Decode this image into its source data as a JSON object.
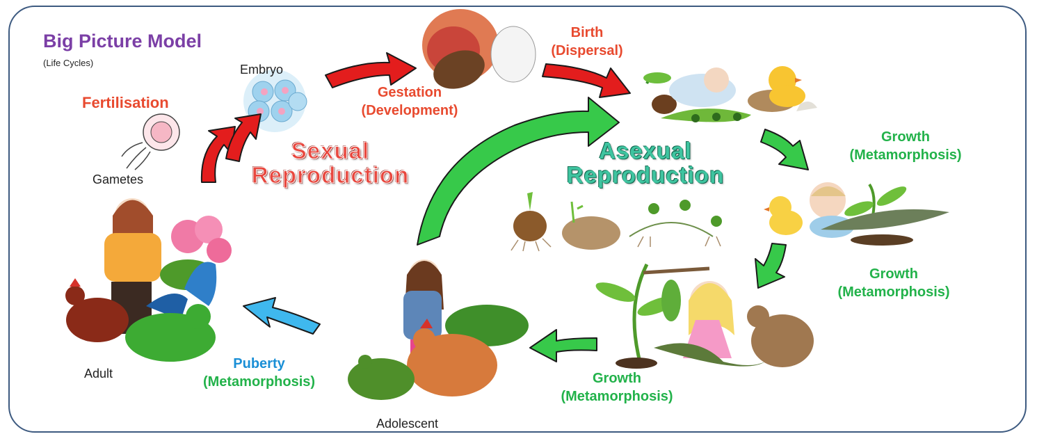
{
  "title": "Big Picture Model",
  "subtitle": "(Life Cycles)",
  "colors": {
    "title": "#7b3fa6",
    "stage_red": "#e84a2f",
    "stage_green": "#22b24a",
    "stage_blue": "#1a8fd6",
    "arrow_red": "#e31d1d",
    "arrow_green": "#37c94a",
    "arrow_blue": "#3fb8ee",
    "frame": "#3d5a80"
  },
  "stages": {
    "gametes": "Gametes",
    "embryo": "Embryo",
    "adult": "Adult",
    "adolescent": "Adolescent"
  },
  "processes": {
    "fertilisation": "Fertilisation",
    "gestation": [
      "Gestation",
      "(Development)"
    ],
    "birth": [
      "Birth",
      "(Dispersal)"
    ],
    "growth_1": [
      "Growth",
      "(Metamorphosis)"
    ],
    "growth_2": [
      "Growth",
      "(Metamorphosis)"
    ],
    "growth_3": [
      "Growth",
      "(Metamorphosis)"
    ],
    "puberty": [
      "Puberty",
      "(Metamorphosis)"
    ]
  },
  "reproduction": {
    "sexual": [
      "Sexual",
      "Reproduction"
    ],
    "asexual": [
      "Asexual",
      "Reproduction"
    ]
  },
  "illustrations": [
    "sperm-egg-icon",
    "embryo-cells-icon",
    "seed-egg-womb-icon",
    "hatchlings-icon",
    "baby-chick-seedling-icon",
    "child-chrysalis-icon",
    "teen-frog-hen-icon",
    "adult-flowers-butterfly-icon",
    "bulb-tuber-runner-icon"
  ]
}
